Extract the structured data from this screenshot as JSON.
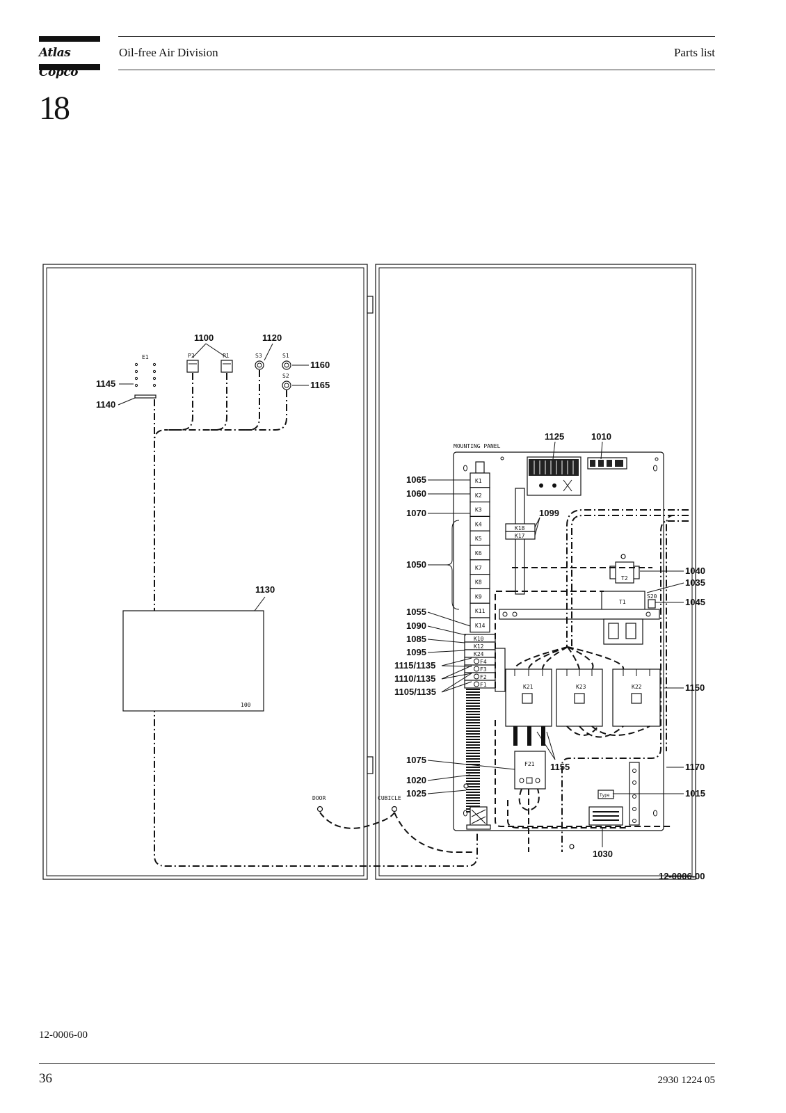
{
  "header": {
    "logo": "Atlas Copco",
    "division": "Oil-free Air Division",
    "doc_type": "Parts list",
    "section_number": "18"
  },
  "footer": {
    "figure_id": "12-0006-00",
    "page_number": "36",
    "document_number": "2930 1224 05"
  },
  "diagram": {
    "drawing_number": "12-0006-00",
    "labels": {
      "mounting_panel": "MOUNTING PANEL",
      "door": "DOOR",
      "cubicle": "CUBICLE",
      "door_plate": "100",
      "e1": "E1",
      "p1": "P1",
      "p2": "P2",
      "s1": "S1",
      "s2": "S2",
      "s3": "S3",
      "s20": "S20",
      "t1": "T1",
      "t2": "T2",
      "k21": "K21",
      "k22": "K22",
      "k23": "K23",
      "f21": "F21",
      "k18": "K18",
      "k17": "K17",
      "type_plate": "Type 1",
      "relays": [
        "K1",
        "K2",
        "K3",
        "K4",
        "K5",
        "K6",
        "K7",
        "K8",
        "K9",
        "K11",
        "K14"
      ],
      "relays_lower": [
        "K10",
        "K12",
        "K24"
      ],
      "fuses": [
        "F4",
        "F3",
        "F2",
        "F1"
      ]
    },
    "callouts": {
      "c1100": "1100",
      "c1120": "1120",
      "c1160": "1160",
      "c1165": "1165",
      "c1145": "1145",
      "c1140": "1140",
      "c1130": "1130",
      "c1125": "1125",
      "c1010": "1010",
      "c1065": "1065",
      "c1060": "1060",
      "c1070": "1070",
      "c1099": "1099",
      "c1050": "1050",
      "c1040": "1040",
      "c1035": "1035",
      "c1045": "1045",
      "c1055": "1055",
      "c1090": "1090",
      "c1085": "1085",
      "c1095": "1095",
      "c1115": "1115/1135",
      "c1110": "1110/1135",
      "c1105": "1105/1135",
      "c1150": "1150",
      "c1075": "1075",
      "c1155": "1155",
      "c1170": "1170",
      "c1020": "1020",
      "c1025": "1025",
      "c1015": "1015",
      "c1030": "1030"
    }
  }
}
